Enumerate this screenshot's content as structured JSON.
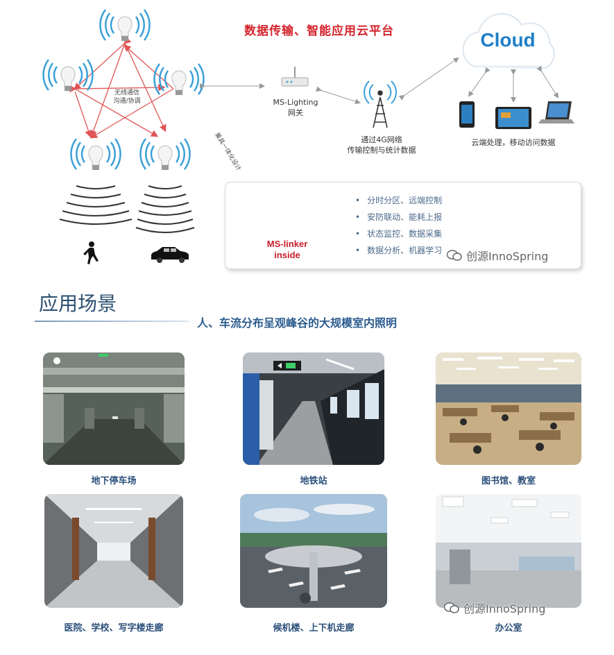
{
  "diagram": {
    "top_title": "数据传输、智能应用云平台",
    "cloud_label": "Cloud",
    "mesh_label_line1": "无线通信",
    "mesh_label_line2": "沟通/协调",
    "sensor_label": "兼具一体化设计",
    "gateway_line1": "MS-Lighting",
    "gateway_line2": "网关",
    "tower_line1": "通过4G网络",
    "tower_line2": "传输控制与统计数据",
    "devices_label": "云端处理，移动访问数据",
    "linker_line1": "MS-linker",
    "linker_line2": "inside",
    "features": [
      "分时分区、远端控制",
      "安防联动、能耗上报",
      "状态监控、数据采集",
      "数据分析、机器学习"
    ],
    "watermark": "创源InnoSpring",
    "colors": {
      "accent_red": "#d4232b",
      "cloud_blue": "#1f7fc8",
      "wifi_blue": "#3aa0d8"
    }
  },
  "scenarios": {
    "title": "应用场景",
    "subtitle": "人、车流分布呈观峰谷的大规模室内照明",
    "photos": [
      {
        "caption": "地下停车场",
        "icon": "parking-garage-photo"
      },
      {
        "caption": "地铁站",
        "icon": "metro-station-photo"
      },
      {
        "caption": "图书馆、教室",
        "icon": "library-photo"
      },
      {
        "caption": "医院、学校、写字楼走廊",
        "icon": "corridor-photo"
      },
      {
        "caption": "候机楼、上下机走廊",
        "icon": "airport-photo"
      },
      {
        "caption": "办公室",
        "icon": "office-photo"
      }
    ],
    "watermark": "创源InnoSpring"
  }
}
